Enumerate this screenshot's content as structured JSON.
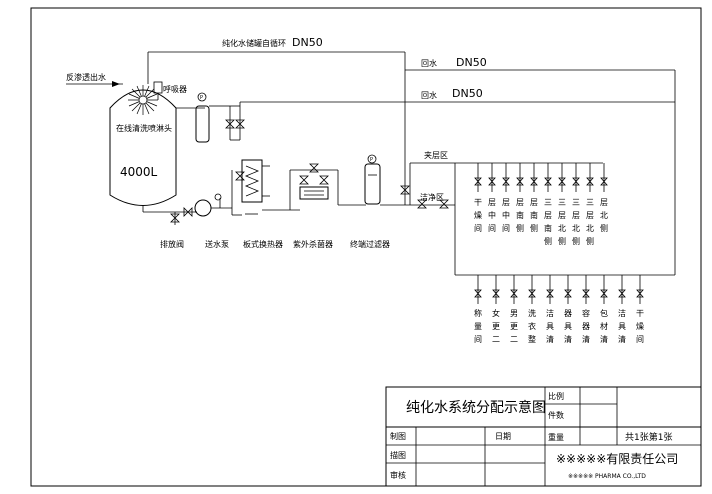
{
  "pipes": {
    "recirc_label": "纯化水储罐自循环",
    "recirc_size": "DN50",
    "return1_label": "回水",
    "return1_size": "DN50",
    "return2_label": "回水",
    "return2_size": "DN50"
  },
  "inlet_label": "反渗透出水",
  "vent_label": "呼吸器",
  "spray_label": "在线清洗喷淋头",
  "tank_volume": "4000L",
  "equipment": {
    "drain_valve": "排放阀",
    "pump": "送水泵",
    "plate_exchanger": "板式换热器",
    "uv_sterilizer": "紫外杀菌器",
    "terminal_filter": "终端过滤器"
  },
  "zones": {
    "mezzanine": "夹层区",
    "clean_area": "洁净区"
  },
  "upper_points": [
    "干燥间",
    "层中间",
    "层中间",
    "层南侧",
    "层南侧",
    "三层南侧",
    "三层北侧",
    "三层北侧",
    "三层北侧",
    "层北侧"
  ],
  "lower_points": [
    "称量间",
    "女更二",
    "男更二",
    "洗衣整",
    "洁具清",
    "器具清",
    "容器清",
    "包材清",
    "洁具清",
    "干燥间"
  ],
  "title_block": {
    "drawing_title": "纯化水系统分配示意图",
    "scale_label": "比例",
    "count_label": "件数",
    "weight_label": "重量",
    "drawn_label": "制图",
    "date_label": "日期",
    "design_label": "描图",
    "review_label": "审核",
    "sheet_info": "共1张第1张",
    "company": "※※※※※有限责任公司",
    "company_en": "※※※※※ PHARMA CO.,LTD"
  }
}
